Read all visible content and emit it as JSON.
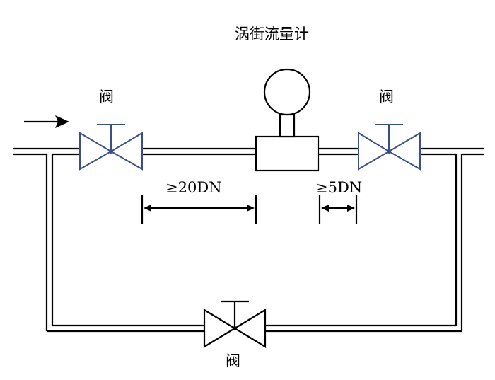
{
  "meter": {
    "label": "涡街流量计"
  },
  "valves": {
    "upstream": {
      "label": "阀"
    },
    "downstream": {
      "label": "阀"
    },
    "bypass": {
      "label": "阀"
    }
  },
  "dimensions": {
    "upstream_straight": {
      "label": "≥20DN"
    },
    "downstream_straight": {
      "label": "≥5DN"
    }
  },
  "colors": {
    "line": "#000000",
    "valve_outline": "#3a4f86"
  }
}
